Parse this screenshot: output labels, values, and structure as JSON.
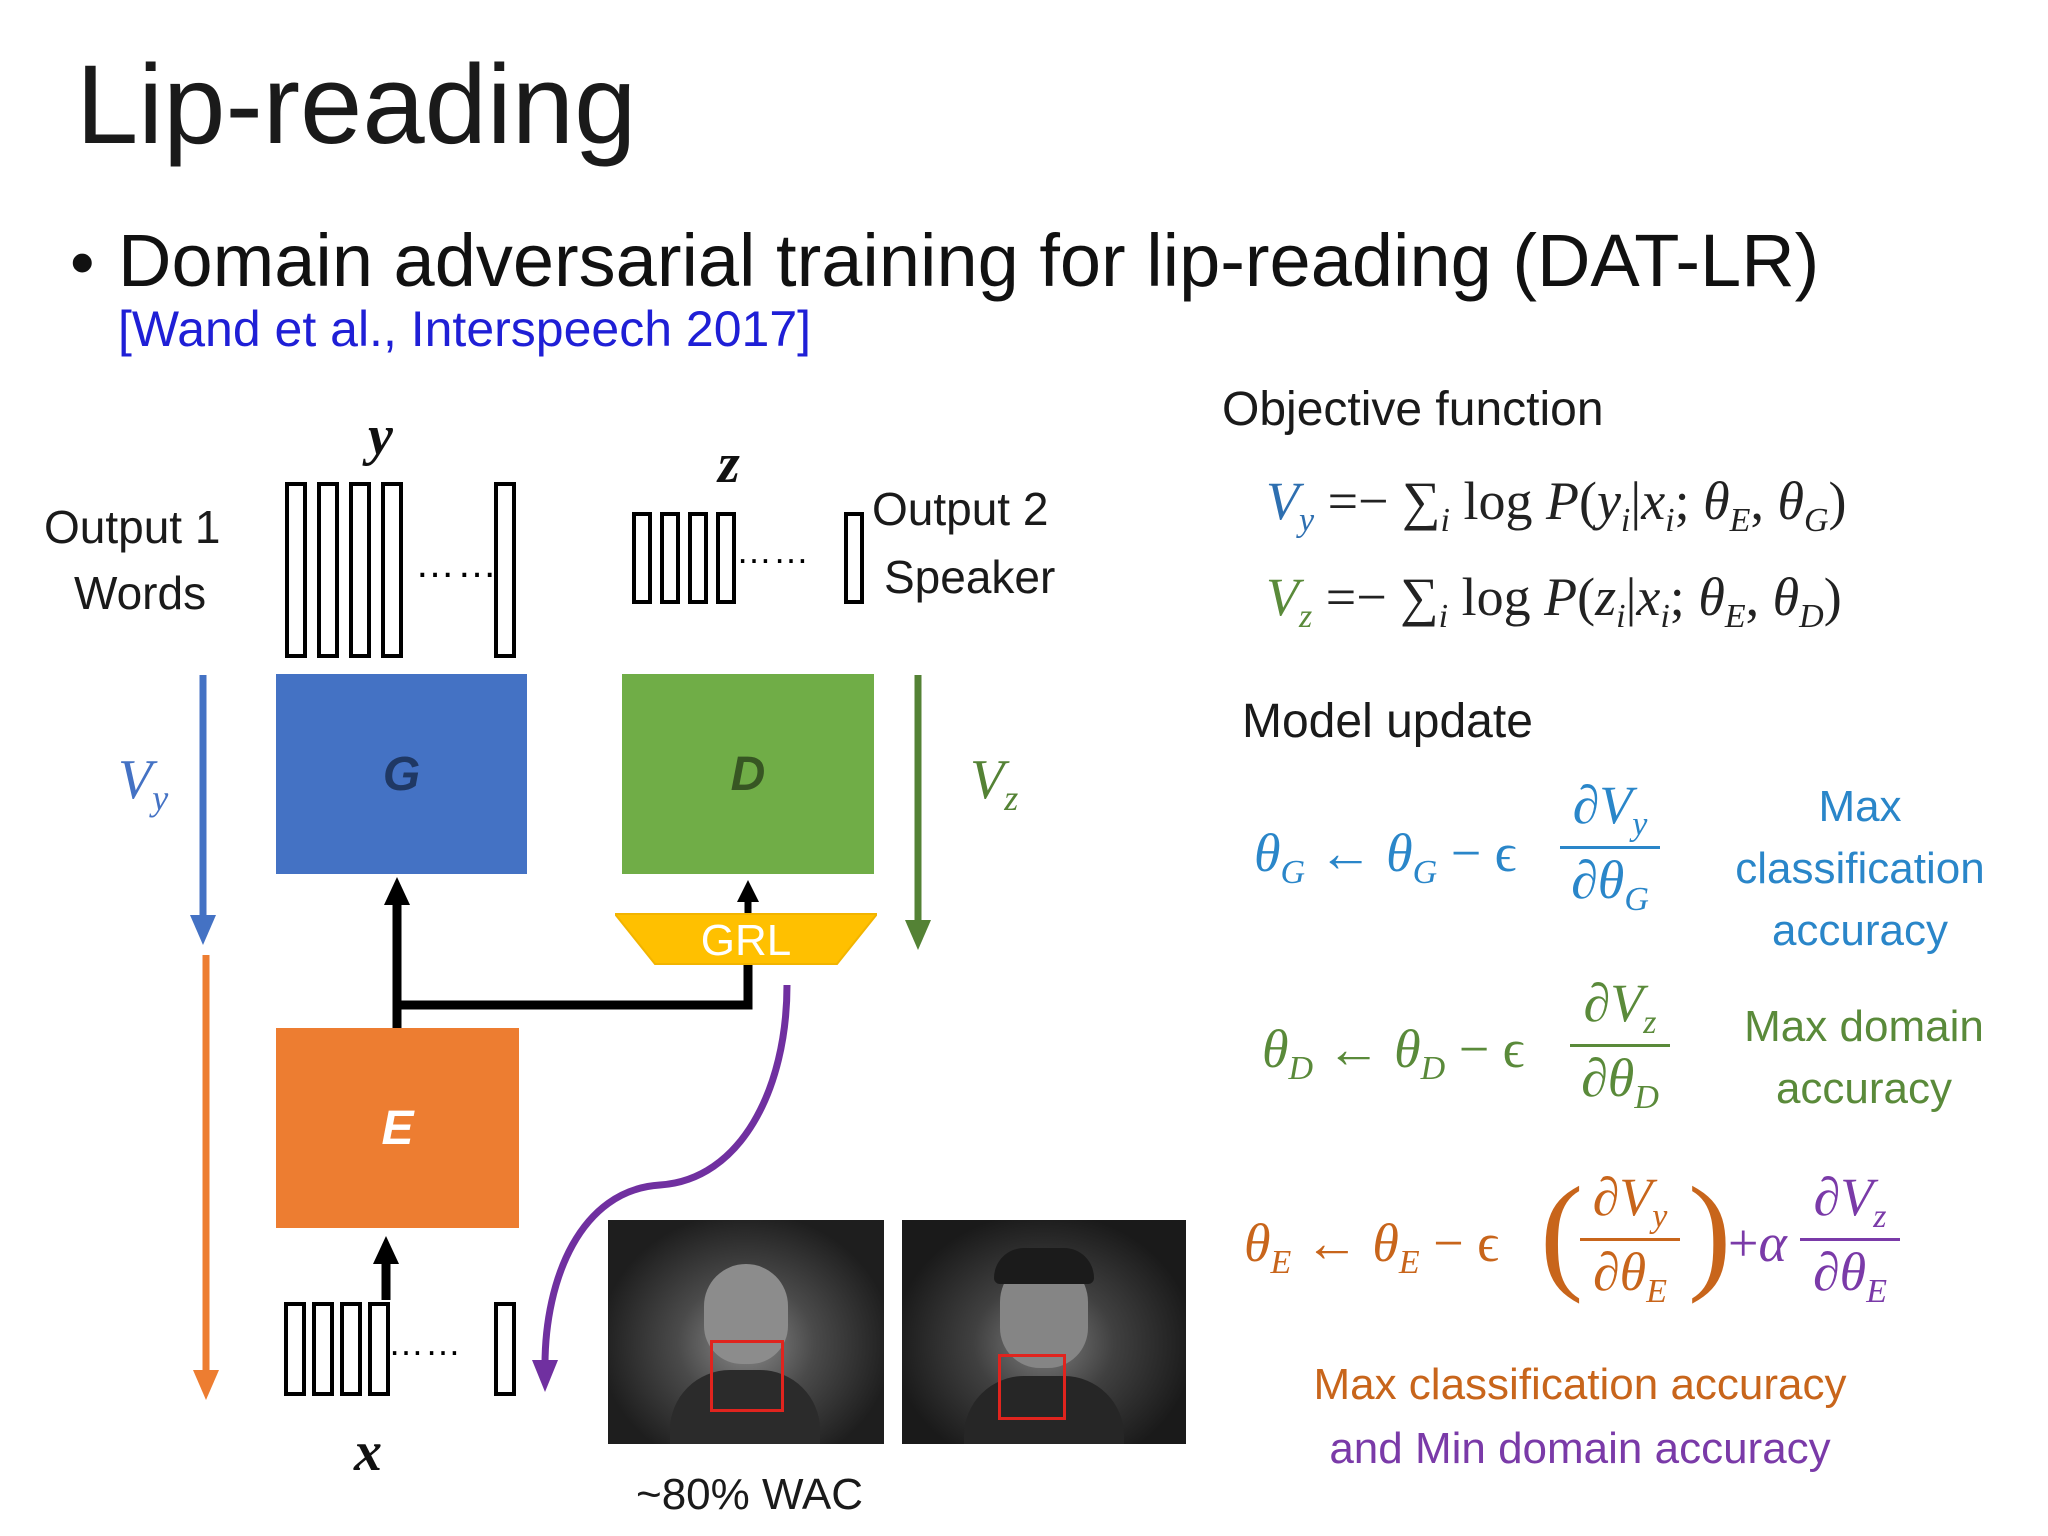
{
  "slide": {
    "title": "Lip-reading",
    "bullet": "Domain adversarial training for lip-reading (DAT-LR)",
    "citation": "[Wand et al., Interspeech 2017]"
  },
  "diagram": {
    "y_symbol": "y",
    "z_symbol": "z",
    "x_symbol": "x",
    "output1_line1": "Output 1",
    "output1_line2": "Words",
    "output2_line1": "Output 2",
    "output2_line2": "Speaker",
    "g_label": "G",
    "d_label": "D",
    "e_label": "E",
    "grl_label": "GRL",
    "vy_label": "V",
    "vy_sub": "y",
    "vz_label": "V",
    "vz_sub": "z",
    "wac_caption": "~80% WAC"
  },
  "objective": {
    "header": "Objective function",
    "vy_eq_lhs": "V",
    "vy_eq_lhs_sub": "y",
    "vy_eq_rhs": "=− ∑",
    "vy_eq_rhs2": "log P(y",
    "vy_eq_rhs3": "|x",
    "vy_eq_rhs4": "; θ",
    "vy_eq_rhs5": ", θ",
    "vz_eq_lhs": "V",
    "vz_eq_lhs_sub": "z",
    "vz_eq_rhs2": "log P(z"
  },
  "update": {
    "header": "Model update",
    "g_note_line1": "Max",
    "g_note_line2": "classification",
    "g_note_line3": "accuracy",
    "d_note_line1": "Max domain",
    "d_note_line2": "accuracy",
    "e_note_line1": "Max classification accuracy",
    "e_note_line2": "and Min domain accuracy"
  },
  "colors": {
    "g_box": "#4472c4",
    "d_box": "#70ad47",
    "e_box": "#ed7d31",
    "grl": "#ffc000",
    "vy_arrow": "#4472c4",
    "vz_arrow": "#548235",
    "e_arrow": "#ed7d31",
    "reversal_arrow": "#7030a0"
  }
}
